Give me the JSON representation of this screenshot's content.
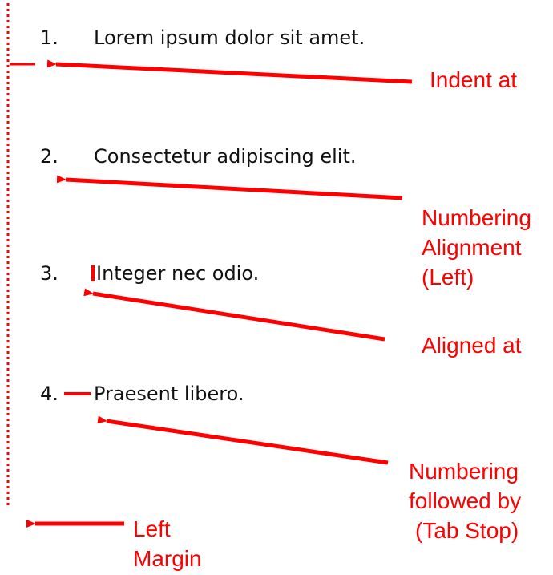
{
  "colors": {
    "accent": "#ff0000",
    "text": "#111111"
  },
  "list_items": [
    {
      "number": "1.",
      "text": "Lorem ipsum dolor sit amet."
    },
    {
      "number": "2.",
      "text": "Consectetur adipiscing elit."
    },
    {
      "number": "3.",
      "text": "Integer nec odio."
    },
    {
      "number": "4.",
      "text": "Praesent libero."
    }
  ],
  "annotations": {
    "indent_at": [
      "Indent at"
    ],
    "numbering_alignment": [
      "Numbering",
      "Alignment",
      "(Left)"
    ],
    "aligned_at": [
      "Aligned at"
    ],
    "numbering_followed_by": [
      "Numbering",
      "followed by",
      "(Tab Stop)"
    ],
    "left_margin": [
      "Left",
      "Margin"
    ]
  }
}
